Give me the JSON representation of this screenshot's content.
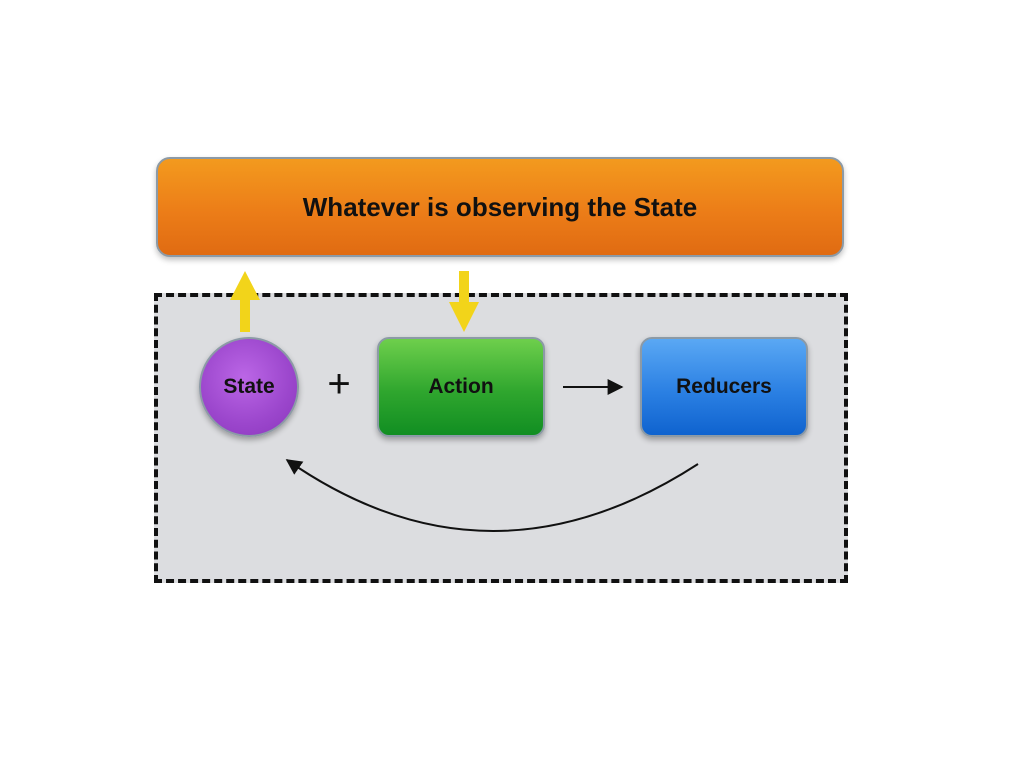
{
  "observer": {
    "label": "Whatever is observing the State"
  },
  "nodes": {
    "state": "State",
    "plus": "+",
    "action": "Action",
    "reducers": "Reducers"
  },
  "colors": {
    "observer": "#ec7d18",
    "state": "#9b46cc",
    "action": "#2fa62e",
    "reducers": "#2b80e3",
    "highlight_arrows": "#f2d41a",
    "store_background": "#dcdde0"
  }
}
